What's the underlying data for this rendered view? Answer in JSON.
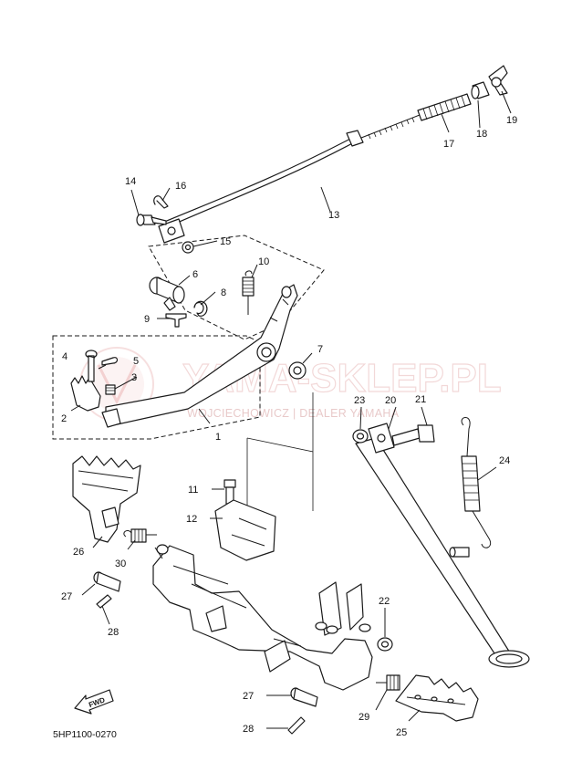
{
  "watermark": {
    "brand": "YAMA-SKLEP.PL",
    "dealer": "WOJCIECHOWICZ | DEALER YAMAHA"
  },
  "diagram_code": "5HP1100-0270",
  "fwd_label": "FWD",
  "callouts": [
    "1",
    "2",
    "3",
    "4",
    "5",
    "6",
    "7",
    "8",
    "9",
    "10",
    "11",
    "12",
    "13",
    "14",
    "15",
    "16",
    "17",
    "18",
    "19",
    "20",
    "21",
    "22",
    "23",
    "24",
    "25",
    "26",
    "27",
    "28",
    "29",
    "30"
  ],
  "extra_callouts": [
    "27",
    "28"
  ]
}
